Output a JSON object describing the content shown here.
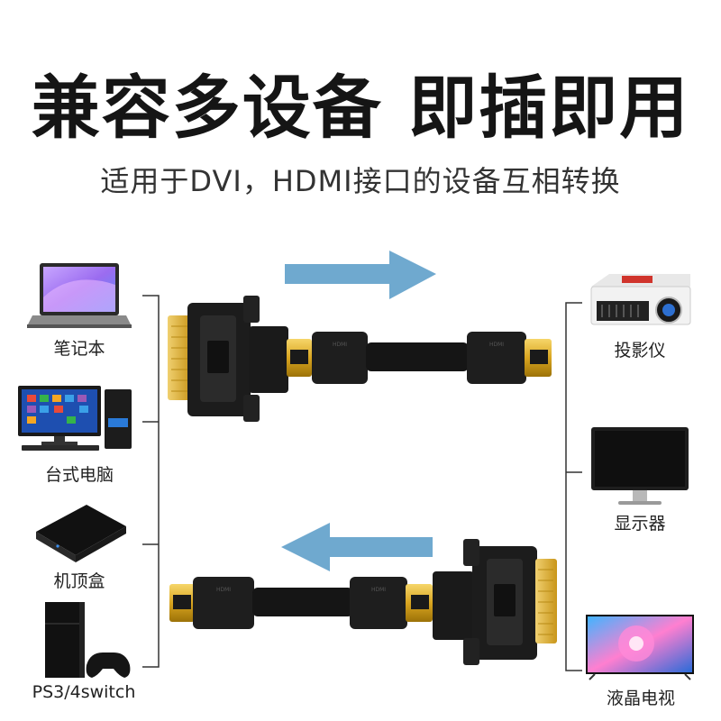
{
  "header": {
    "title": "兼容多设备 即插即用",
    "subtitle": "适用于DVI，HDMI接口的设备互相转换"
  },
  "left_devices": [
    {
      "label": "笔记本",
      "icon": "laptop-icon"
    },
    {
      "label": "台式电脑",
      "icon": "desktop-icon"
    },
    {
      "label": "机顶盒",
      "icon": "set-top-box-icon"
    },
    {
      "label": "PS3/4switch",
      "icon": "game-console-icon"
    }
  ],
  "right_devices": [
    {
      "label": "投影仪",
      "icon": "projector-icon"
    },
    {
      "label": "显示器",
      "icon": "monitor-icon"
    },
    {
      "label": "液晶电视",
      "icon": "lcd-tv-icon"
    }
  ],
  "colors": {
    "arrow": "#6fa9cf",
    "connector_gold": "#d9a520",
    "cable_black": "#1a1a1a"
  }
}
